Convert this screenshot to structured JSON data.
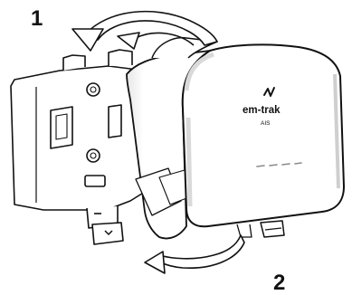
{
  "steps": {
    "step1": "1",
    "step2": "2"
  },
  "device": {
    "brand": "em-trak",
    "model": "AIS"
  },
  "icons": [
    "rotate-arrow",
    "release-arrow",
    "logo-mark",
    "tab-chevron"
  ],
  "colors": {
    "line": "#111111",
    "body": "#ffffff",
    "gasket": "#d9d9d9",
    "shading": "#cfcfcf"
  }
}
